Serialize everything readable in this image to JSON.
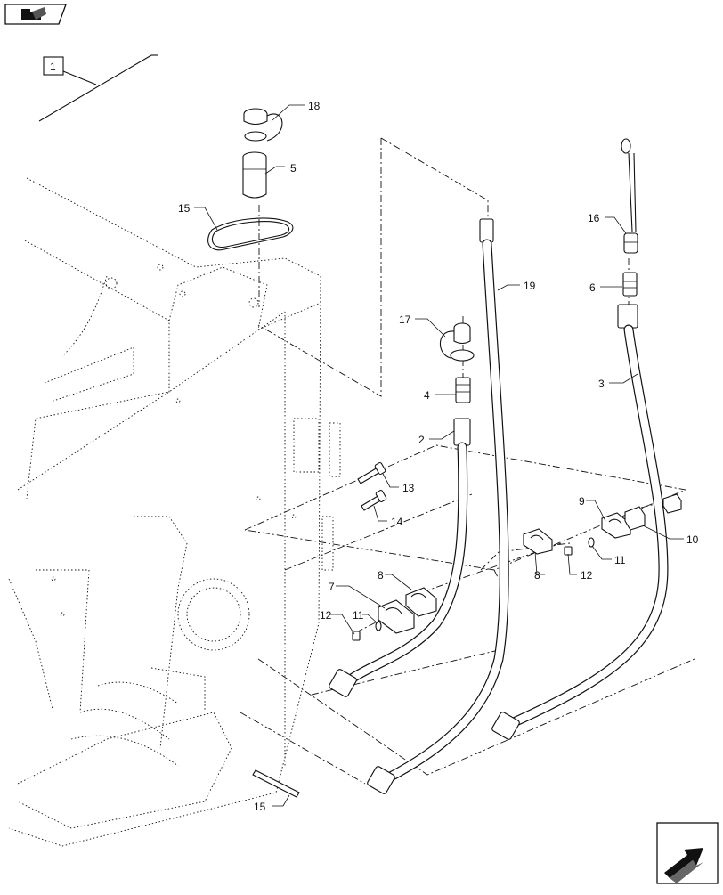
{
  "callouts": {
    "ref_box": "1",
    "c18": "18",
    "c5": "5",
    "c15_top": "15",
    "c16": "16",
    "c6": "6",
    "c19": "19",
    "c17": "17",
    "c4": "4",
    "c3": "3",
    "c2": "2",
    "c13": "13",
    "c14": "14",
    "c9": "9",
    "c10": "10",
    "c8_right": "8",
    "c12_right": "12",
    "c11_right": "11",
    "c7": "7",
    "c8_left": "8",
    "c12_left": "12",
    "c11_left": "11",
    "c15_bottom": "15"
  },
  "colors": {
    "line": "#111111",
    "background": "#ffffff"
  },
  "icons": {
    "top_left": "folder-book-icon",
    "bottom_right": "next-page-arrow-icon"
  }
}
